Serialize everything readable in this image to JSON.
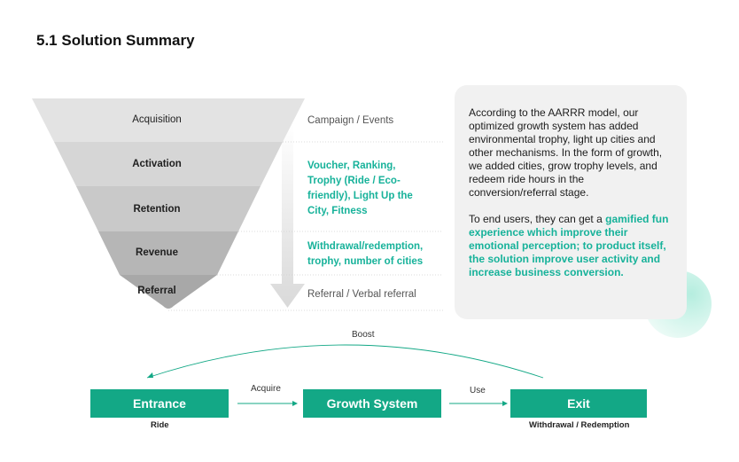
{
  "title": "5.1 Solution Summary",
  "colors": {
    "accent": "#13a886",
    "highlight_text": "#17b29a"
  },
  "funnel": {
    "stages": [
      "Acquisition",
      "Activation",
      "Retention",
      "Revenue",
      "Referral"
    ]
  },
  "notes": [
    "Campaign / Events",
    "Voucher, Ranking, Trophy (Ride / Eco-friendly), Light Up the City, Fitness",
    "Withdrawal/redemption, trophy, number of cities",
    "Referral / Verbal referral"
  ],
  "summary": {
    "para1": "According to the AARRR model, our optimized growth system has added environmental trophy, light up cities and other mechanisms. In the form of growth, we added cities, grow trophy levels, and redeem ride hours in the conversion/referral stage.",
    "para2_plain": "To end users, they can get a ",
    "para2_highlight": "gamified fun experience which improve their emotional perception; to product itself, the solution improve user activity and increase business conversion."
  },
  "flow": {
    "boost_label": "Boost",
    "entrance": "Entrance",
    "entrance_sub": "Ride",
    "acquire_label": "Acquire",
    "growth": "Growth System",
    "use_label": "Use",
    "exit": "Exit",
    "exit_sub": "Withdrawal / Redemption"
  }
}
